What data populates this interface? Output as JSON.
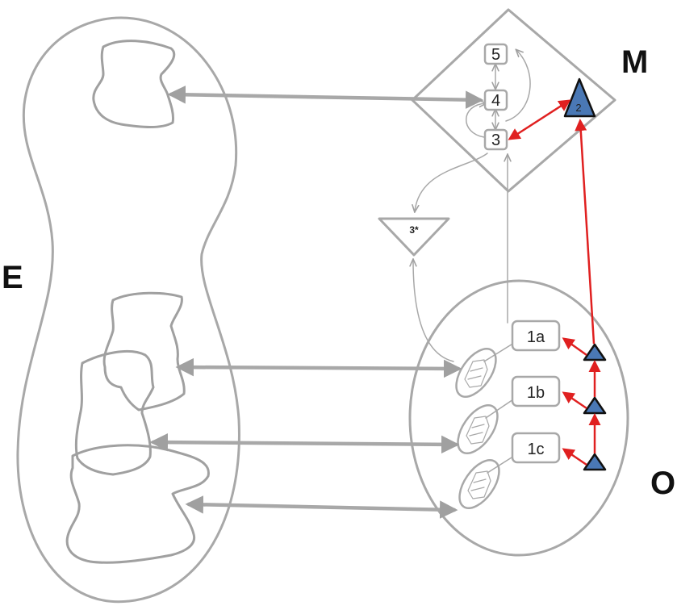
{
  "labels": {
    "E": "E",
    "M": "M",
    "O": "O"
  },
  "m_boxes": [
    "5",
    "4",
    "3"
  ],
  "o_boxes": [
    "1a",
    "1b",
    "1c"
  ],
  "triangle_2": "2",
  "triangle_3star": "3*",
  "colors": {
    "outline_gray": "#a8a8a8",
    "red_link": "#e02020",
    "blue_triangle": "#4a78b5",
    "background": "#ffffff"
  }
}
